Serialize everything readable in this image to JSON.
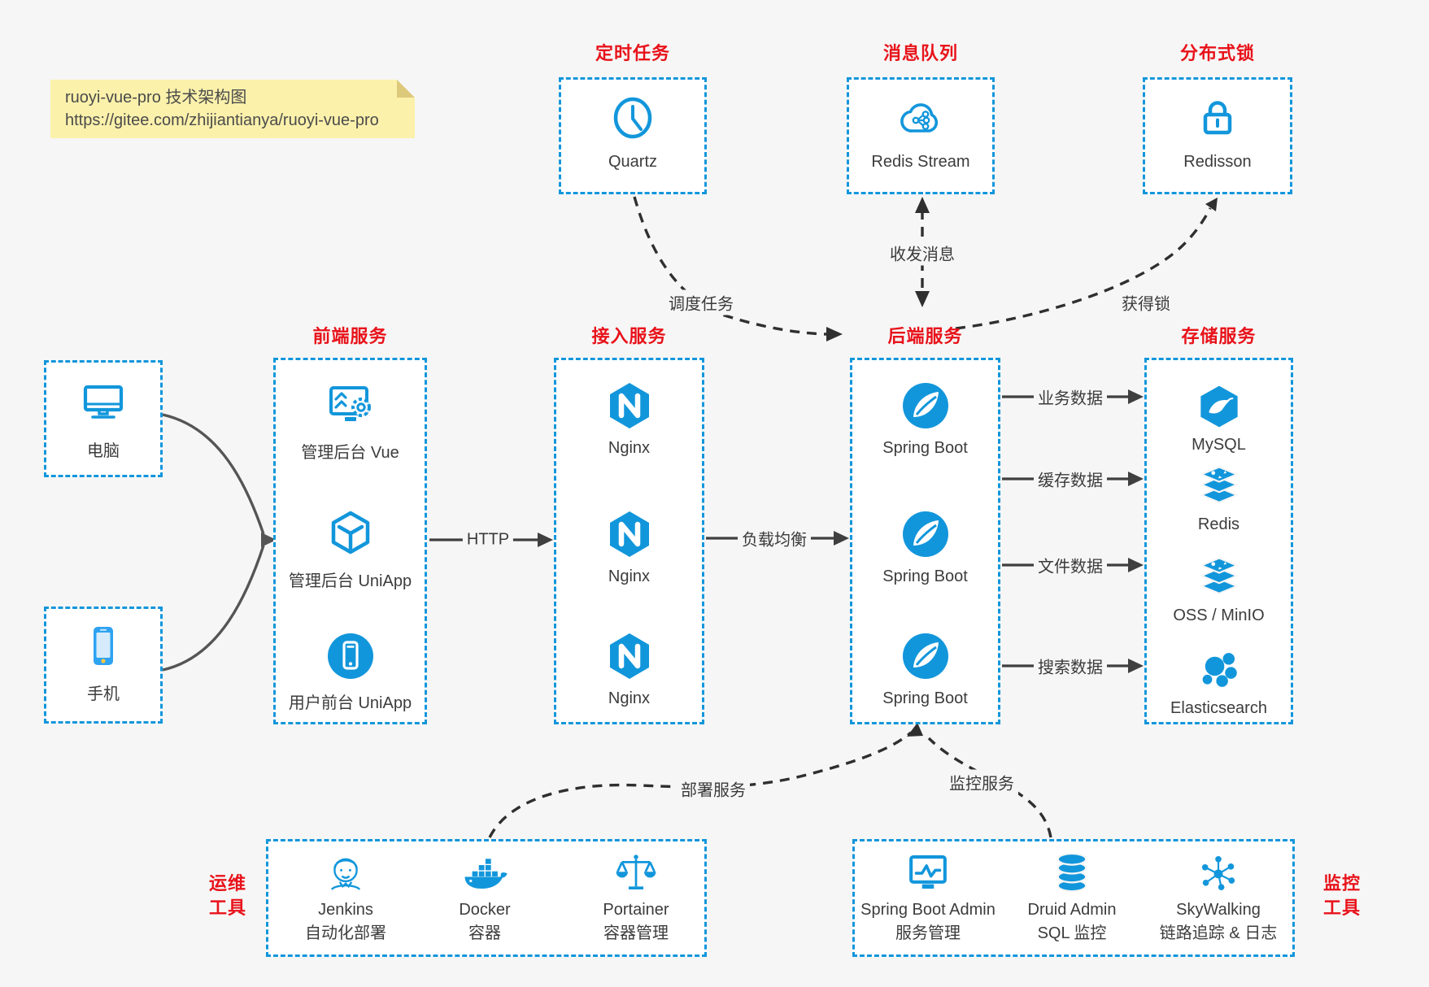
{
  "note": {
    "line1": "ruoyi-vue-pro 技术架构图",
    "line2": "https://gitee.com/zhijiantianya/ruoyi-vue-pro"
  },
  "colors": {
    "box_border": "#1296db",
    "icon_blue": "#1296db",
    "title_red": "#e8121a",
    "note_bg": "#fbf1ab",
    "arrow_dark": "#3f3f3f"
  },
  "top_groups": [
    {
      "title": "定时任务",
      "item": "Quartz"
    },
    {
      "title": "消息队列",
      "item": "Redis Stream"
    },
    {
      "title": "分布式锁",
      "item": "Redisson"
    }
  ],
  "clients": [
    {
      "label": "电脑"
    },
    {
      "label": "手机"
    }
  ],
  "columns": [
    {
      "title": "前端服务",
      "items": [
        "管理后台 Vue",
        "管理后台 UniApp",
        "用户前台 UniApp"
      ]
    },
    {
      "title": "接入服务",
      "items": [
        "Nginx",
        "Nginx",
        "Nginx"
      ]
    },
    {
      "title": "后端服务",
      "items": [
        "Spring Boot",
        "Spring Boot",
        "Spring Boot"
      ]
    },
    {
      "title": "存储服务",
      "items": [
        "MySQL",
        "Redis",
        "OSS / MinIO",
        "Elasticsearch"
      ]
    }
  ],
  "bottom_groups": [
    {
      "title_line1": "运维",
      "title_line2": "工具",
      "items": [
        {
          "name": "Jenkins",
          "desc": "自动化部署"
        },
        {
          "name": "Docker",
          "desc": "容器"
        },
        {
          "name": "Portainer",
          "desc": "容器管理"
        }
      ]
    },
    {
      "title_line1": "监控",
      "title_line2": "工具",
      "items": [
        {
          "name": "Spring Boot Admin",
          "desc": "服务管理"
        },
        {
          "name": "Druid Admin",
          "desc": "SQL 监控"
        },
        {
          "name": "SkyWalking",
          "desc": "链路追踪 & 日志"
        }
      ]
    }
  ],
  "edges": {
    "http": "HTTP",
    "load_balance": "负载均衡",
    "schedule": "调度任务",
    "message": "收发消息",
    "lock": "获得锁",
    "business": "业务数据",
    "cache": "缓存数据",
    "file": "文件数据",
    "search": "搜索数据",
    "deploy": "部署服务",
    "monitor": "监控服务"
  }
}
